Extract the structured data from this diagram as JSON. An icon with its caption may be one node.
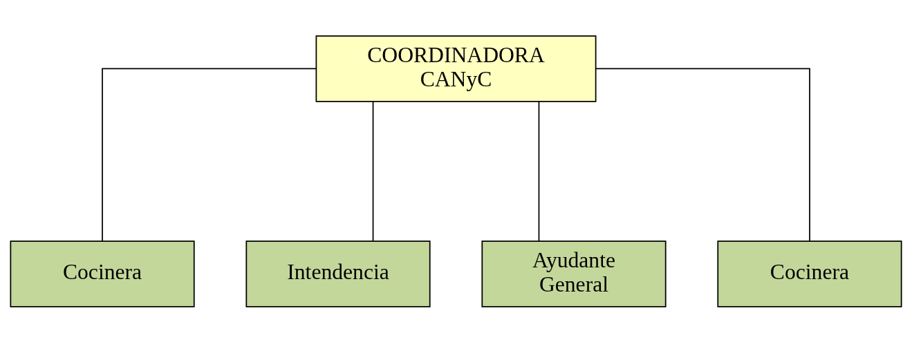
{
  "diagram": {
    "nodes": [
      {
        "text": [
          "COORDINADORA CANyC"
        ]
      },
      {
        "text": [
          "Cocinera"
        ]
      },
      {
        "text": [
          "Intendencia"
        ]
      },
      {
        "text": [
          "Ayudante General"
        ]
      },
      {
        "text": [
          "Cocinera"
        ]
      }
    ],
    "edges": [
      {
        "from": 0,
        "to": 1,
        "arrow": "none"
      },
      {
        "from": 0,
        "to": 2,
        "arrow": "none"
      },
      {
        "from": 0,
        "to": 3,
        "arrow": "none"
      },
      {
        "from": 0,
        "to": 4,
        "arrow": "none"
      }
    ]
  }
}
